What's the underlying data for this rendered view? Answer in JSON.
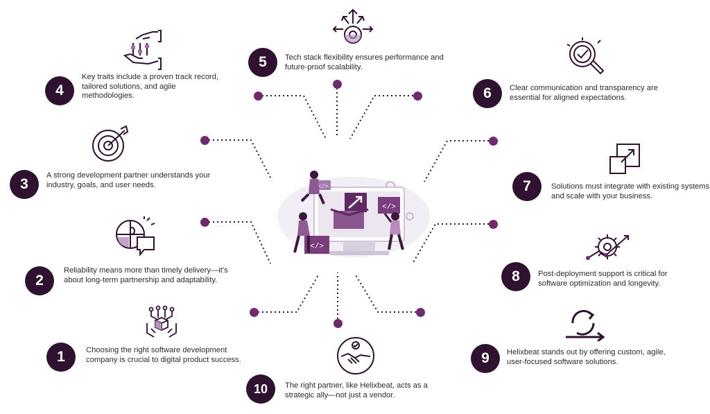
{
  "colors": {
    "badge": "#2e1230",
    "accent": "#6d2a6c",
    "text": "#2b2b2b"
  },
  "items": [
    {
      "number": "1",
      "icon": "box-network-icon",
      "text": "Choosing the right software development company is crucial to digital product success."
    },
    {
      "number": "2",
      "icon": "puzzle-chat-icon",
      "text": "Reliability means more than timely delivery—it's about long-term partnership and adaptability."
    },
    {
      "number": "3",
      "icon": "target-icon",
      "text": "A strong development partner understands your industry, goals, and user needs."
    },
    {
      "number": "4",
      "icon": "hand-sliders-icon",
      "text": "Key traits include a proven track record, tailored solutions, and agile methodologies."
    },
    {
      "number": "5",
      "icon": "gear-arrows-icon",
      "text": "Tech stack flexibility ensures performance and future-proof scalability."
    },
    {
      "number": "6",
      "icon": "magnifier-check-icon",
      "text": "Clear communication and transparency are essential for aligned expectations."
    },
    {
      "number": "7",
      "icon": "expand-arrows-icon",
      "text": "Solutions must integrate with existing systems and scale with your business."
    },
    {
      "number": "8",
      "icon": "gear-graph-icon",
      "text": "Post-deployment support is critical for software optimization and longevity."
    },
    {
      "number": "9",
      "icon": "cycle-arrows-icon",
      "text": "Helixbeat stands out by offering custom, agile, user-focused software solutions."
    },
    {
      "number": "10",
      "icon": "handshake-icon",
      "text": "The right partner, like Helixbeat, acts as a strategic ally—not just a vendor."
    }
  ],
  "center": {
    "illustration": "developer-team-illustration",
    "code_tags": [
      "</>",
      "</>",
      "</>"
    ]
  }
}
